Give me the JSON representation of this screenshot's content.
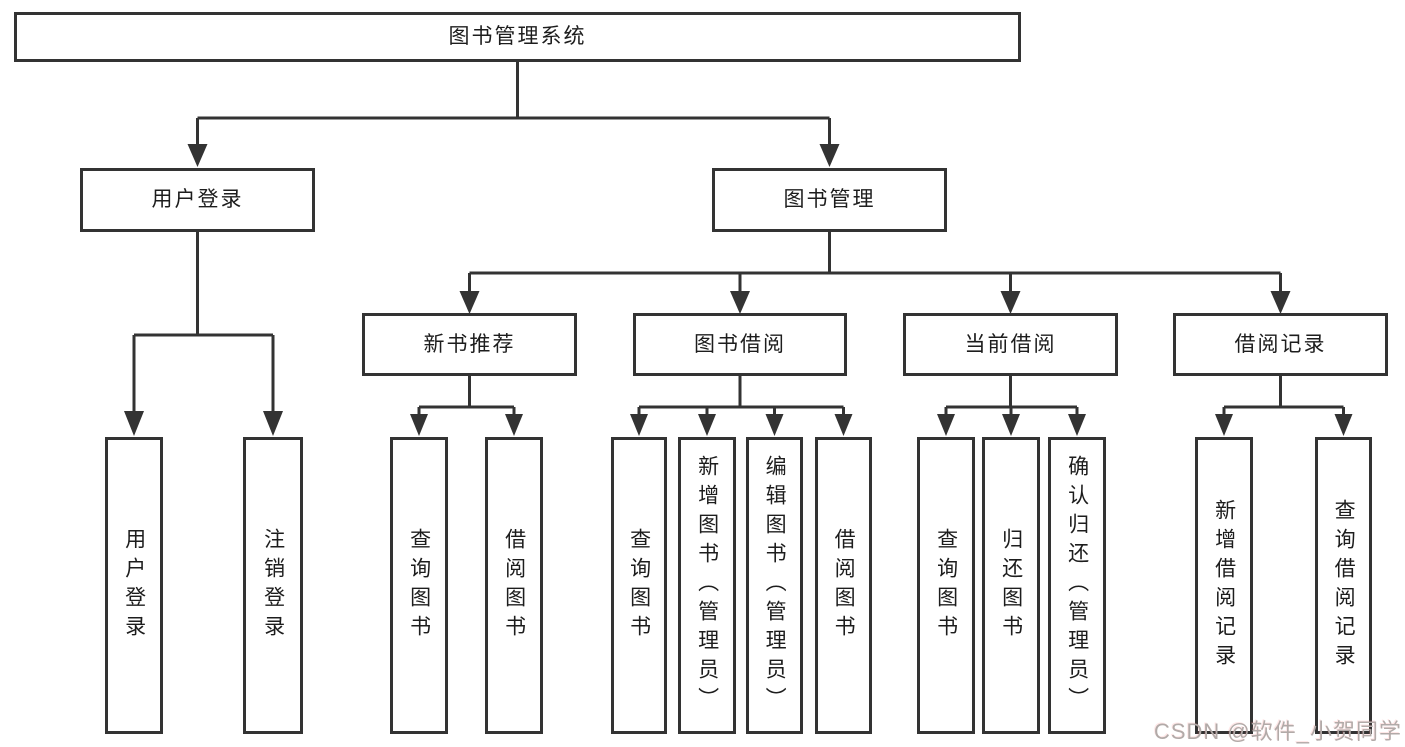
{
  "diagram": {
    "root": {
      "label": "图书管理系统"
    },
    "branches": [
      {
        "label": "用户登录",
        "children": [
          {
            "label": "用户登录"
          },
          {
            "label": "注销登录"
          }
        ]
      },
      {
        "label": "图书管理",
        "sections": [
          {
            "label": "新书推荐",
            "children": [
              {
                "label": "查询图书"
              },
              {
                "label": "借阅图书"
              }
            ]
          },
          {
            "label": "图书借阅",
            "children": [
              {
                "label": "查询图书"
              },
              {
                "label": "新增图书（管理员）"
              },
              {
                "label": "编辑图书（管理员）"
              },
              {
                "label": "借阅图书"
              }
            ]
          },
          {
            "label": "当前借阅",
            "children": [
              {
                "label": "查询图书"
              },
              {
                "label": "归还图书"
              },
              {
                "label": "确认归还（管理员）"
              }
            ]
          },
          {
            "label": "借阅记录",
            "children": [
              {
                "label": "新增借阅记录"
              },
              {
                "label": "查询借阅记录"
              }
            ]
          }
        ]
      }
    ],
    "colors": {
      "stroke": "#333333",
      "text": "#1d1d1d",
      "watermark": "#b2aaa8"
    },
    "watermark": "CSDN @软件_小贺同学"
  }
}
